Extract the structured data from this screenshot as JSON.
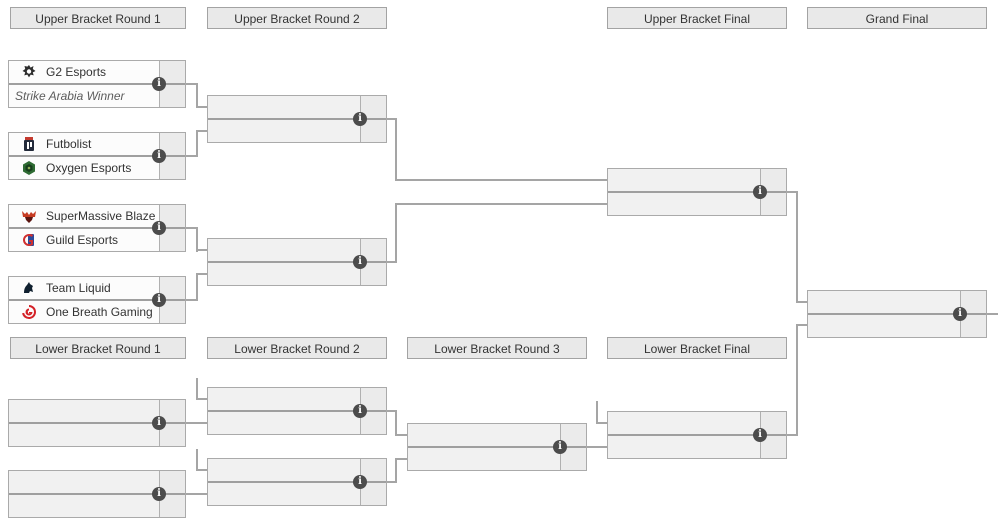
{
  "page": {
    "type": "double-elimination-bracket",
    "background": "#ffffff"
  },
  "colors": {
    "header_bg": "#e9e9e9",
    "box_border": "#aaaaaa",
    "row_filled_bg": "#fcfcfc",
    "row_empty_bg": "#f1f1f1",
    "score_cell_bg": "#ebebeb",
    "connector": "#a5a5a5",
    "info_icon_bg": "#4c4c4c",
    "text": "#333333",
    "placeholder_text": "#5c5c5c"
  },
  "headers": {
    "ub_r1": "Upper Bracket Round 1",
    "ub_r2": "Upper Bracket Round 2",
    "ub_final": "Upper Bracket Final",
    "grand_final": "Grand Final",
    "lb_r1": "Lower Bracket Round 1",
    "lb_r2": "Lower Bracket Round 2",
    "lb_r3": "Lower Bracket Round 3",
    "lb_final": "Lower Bracket Final"
  },
  "icons": {
    "info_glyph": "i"
  },
  "logo_colors": {
    "g2_esports": "#2d2d2d",
    "futbolist": "#232a3a",
    "oxygen_esports": "#2e6b33",
    "supermassive_blaze": "#c63b22",
    "guild_esports": "#d03030",
    "team_liquid": "#10202f",
    "one_breath_gaming": "#d42127"
  },
  "matches": {
    "ub_r1": [
      {
        "top": {
          "name": "G2 Esports",
          "logo": "g2-esports-logo"
        },
        "bottom": {
          "name": "Strike Arabia Winner",
          "is_placeholder": true
        }
      },
      {
        "top": {
          "name": "Futbolist",
          "logo": "futbolist-logo"
        },
        "bottom": {
          "name": "Oxygen Esports",
          "logo": "oxygen-esports-logo"
        }
      },
      {
        "top": {
          "name": "SuperMassive Blaze",
          "logo": "supermassive-blaze-logo"
        },
        "bottom": {
          "name": "Guild Esports",
          "logo": "guild-esports-logo"
        }
      },
      {
        "top": {
          "name": "Team Liquid",
          "logo": "team-liquid-logo"
        },
        "bottom": {
          "name": "One Breath Gaming",
          "logo": "one-breath-gaming-logo"
        }
      }
    ],
    "ub_r2": [
      {
        "top": {
          "name": ""
        },
        "bottom": {
          "name": ""
        }
      },
      {
        "top": {
          "name": ""
        },
        "bottom": {
          "name": ""
        }
      }
    ],
    "ub_final": [
      {
        "top": {
          "name": ""
        },
        "bottom": {
          "name": ""
        }
      }
    ],
    "grand_final": [
      {
        "top": {
          "name": ""
        },
        "bottom": {
          "name": ""
        }
      }
    ],
    "lb_r1": [
      {
        "top": {
          "name": ""
        },
        "bottom": {
          "name": ""
        }
      },
      {
        "top": {
          "name": ""
        },
        "bottom": {
          "name": ""
        }
      }
    ],
    "lb_r2": [
      {
        "top": {
          "name": ""
        },
        "bottom": {
          "name": ""
        }
      },
      {
        "top": {
          "name": ""
        },
        "bottom": {
          "name": ""
        }
      }
    ],
    "lb_r3": [
      {
        "top": {
          "name": ""
        },
        "bottom": {
          "name": ""
        }
      }
    ],
    "lb_final": [
      {
        "top": {
          "name": ""
        },
        "bottom": {
          "name": ""
        }
      }
    ]
  }
}
